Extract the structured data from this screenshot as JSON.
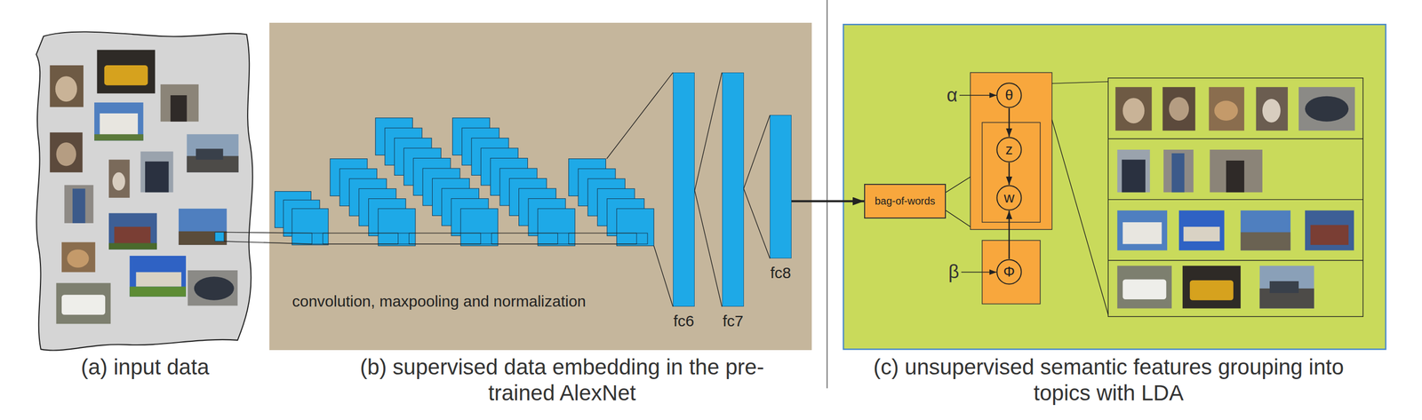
{
  "diagram": {
    "nodes": [
      {
        "text": [
          "convolution, maxpooling and normalization"
        ]
      },
      {
        "text": [
          "fc6"
        ],
        "in": 0
      },
      {
        "text": [
          "fc7"
        ],
        "in": 0
      },
      {
        "text": [
          "fc8"
        ],
        "in": 0
      },
      {
        "text": [
          "bag-of-words"
        ]
      },
      {
        "text": [
          "θ"
        ]
      },
      {
        "text": [
          "z"
        ]
      },
      {
        "text": [
          "w"
        ]
      },
      {
        "text": [
          "Φ"
        ]
      }
    ],
    "edges": [
      {
        "from": 3,
        "to": 4,
        "arrow": "to"
      },
      {
        "from": 5,
        "to": 6,
        "arrow": "to"
      },
      {
        "from": 6,
        "to": 7,
        "arrow": "to"
      },
      {
        "from": 8,
        "to": 7,
        "arrow": "to"
      }
    ],
    "labels": [
      "α",
      "β",
      "(a) input data",
      "(b) supervised data embedding in the pre-trained AlexNet",
      "(c) unsupervised semantic features grouping into topics with LDA"
    ]
  }
}
